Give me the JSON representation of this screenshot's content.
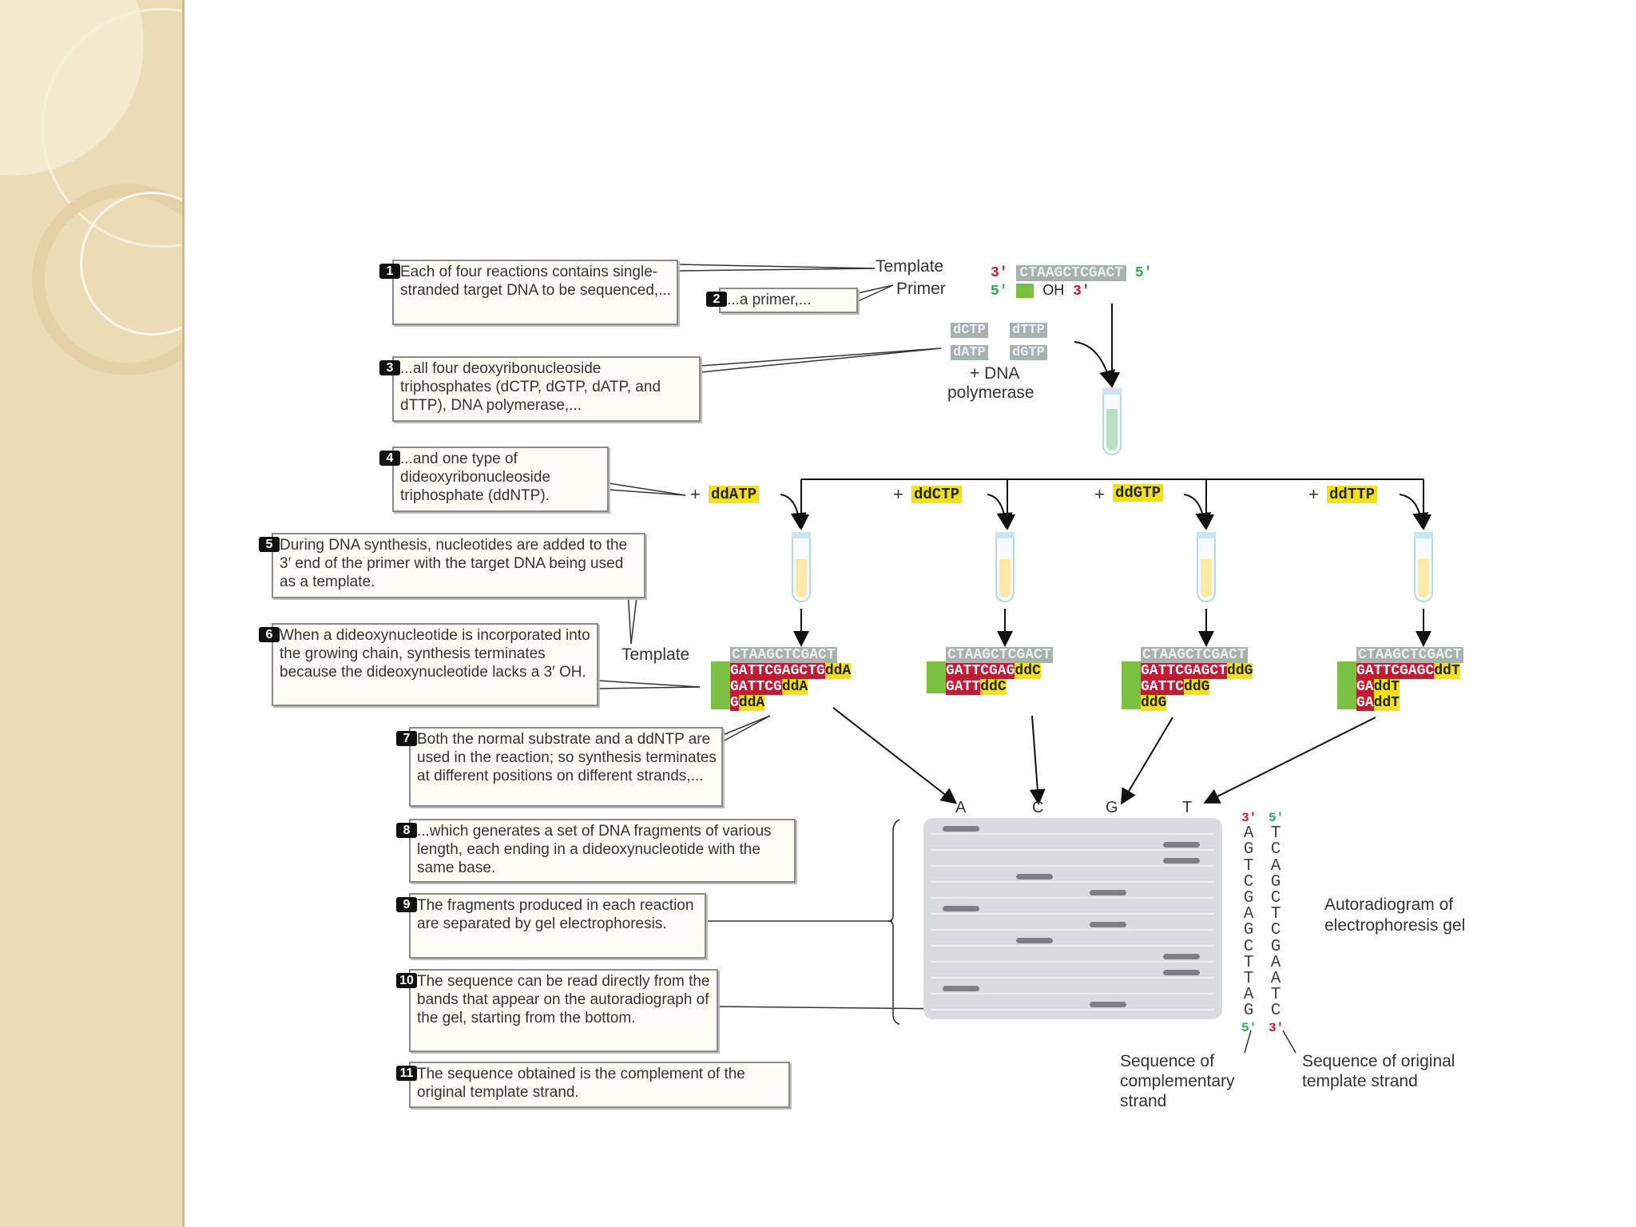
{
  "steps": [
    {
      "n": "1",
      "text": "Each of four reactions contains single-stranded target DNA to be sequenced,..."
    },
    {
      "n": "2",
      "text": "...a primer,..."
    },
    {
      "n": "3",
      "text": "...all four deoxyribonucleoside triphosphates (dCTP, dGTP, dATP, and dTTP), DNA polymerase,..."
    },
    {
      "n": "4",
      "text": "...and one type of dideoxyribonucleoside triphosphate (ddNTP)."
    },
    {
      "n": "5",
      "text": "During DNA synthesis, nucleotides are added to the 3′ end of the primer with the target DNA being used as a template."
    },
    {
      "n": "6",
      "text": "When a dideoxynucleotide is incorporated into the growing chain, synthesis terminates because the dideoxynucleotide lacks a 3′ OH."
    },
    {
      "n": "7",
      "text": "Both the normal substrate and a ddNTP are used in the reaction; so synthesis terminates at different positions on different strands,..."
    },
    {
      "n": "8",
      "text": "...which generates a set of DNA fragments of various length, each ending in a dideoxynucleotide with the same base."
    },
    {
      "n": "9",
      "text": "The fragments produced in each reaction are separated by gel electrophoresis."
    },
    {
      "n": "10",
      "text": "The sequence can be read directly from the bands that appear on the autoradiograph of the gel, starting from the bottom."
    },
    {
      "n": "11",
      "text": "The sequence obtained is the complement of the original template strand."
    }
  ],
  "top": {
    "template_label": "Template",
    "primer_label": "Primer",
    "three_prime": "3′",
    "five_prime": "5′",
    "template_seq": "CTAAGCTCGACT",
    "oh": "OH",
    "dntps": [
      "dCTP",
      "dTTP",
      "dATP",
      "dGTP"
    ],
    "plus_dna": "+ DNA",
    "polymerase": "polymerase"
  },
  "reactions": [
    {
      "ddntp": "ddATP",
      "template": "CTAAGCTCGACT",
      "fragments": [
        [
          "GATTCGAGCTG",
          "ddA"
        ],
        [
          "GATTCG",
          "ddA"
        ],
        [
          "G",
          "ddA"
        ]
      ],
      "lane": "A"
    },
    {
      "ddntp": "ddCTP",
      "template": "CTAAGCTCGACT",
      "fragments": [
        [
          "GATTCGAG",
          "ddC"
        ],
        [
          "GATT",
          "ddC"
        ]
      ],
      "lane": "C"
    },
    {
      "ddntp": "ddGTP",
      "template": "CTAAGCTCGACT",
      "fragments": [
        [
          "GATTCGAGCT",
          "ddG"
        ],
        [
          "GATTC",
          "ddG"
        ],
        [
          "",
          "ddG"
        ]
      ],
      "lane": "G"
    },
    {
      "ddntp": "ddTTP",
      "template": "CTAAGCTCGACT",
      "fragments": [
        [
          "GATTCGAGC",
          "ddT"
        ],
        [
          "GA",
          "ddT"
        ],
        [
          "GA",
          "ddT"
        ]
      ],
      "lane": "T"
    }
  ],
  "template_label2": "Template",
  "plus": "+",
  "gel": {
    "bands": [
      "A",
      "T",
      "T",
      "C",
      "G",
      "A",
      "G",
      "C",
      "T",
      "T",
      "A",
      "G"
    ]
  },
  "complementary_seq": [
    "3′",
    "A",
    "G",
    "T",
    "C",
    "G",
    "A",
    "G",
    "C",
    "T",
    "T",
    "A",
    "G",
    "5′"
  ],
  "original_seq": [
    "5′",
    "T",
    "C",
    "A",
    "G",
    "C",
    "T",
    "C",
    "G",
    "A",
    "A",
    "T",
    "C",
    "3′"
  ],
  "captions": {
    "autoradiogram": "Autoradiogram of electrophoresis gel",
    "complementary": "Sequence of complementary strand",
    "original": "Sequence of original template strand"
  },
  "colors": {
    "red": "#c41a34",
    "green": "#2fa84f",
    "yellow": "#f2e01b",
    "grey": "#a7b2ad",
    "sidebar": "#ecdcb6"
  }
}
